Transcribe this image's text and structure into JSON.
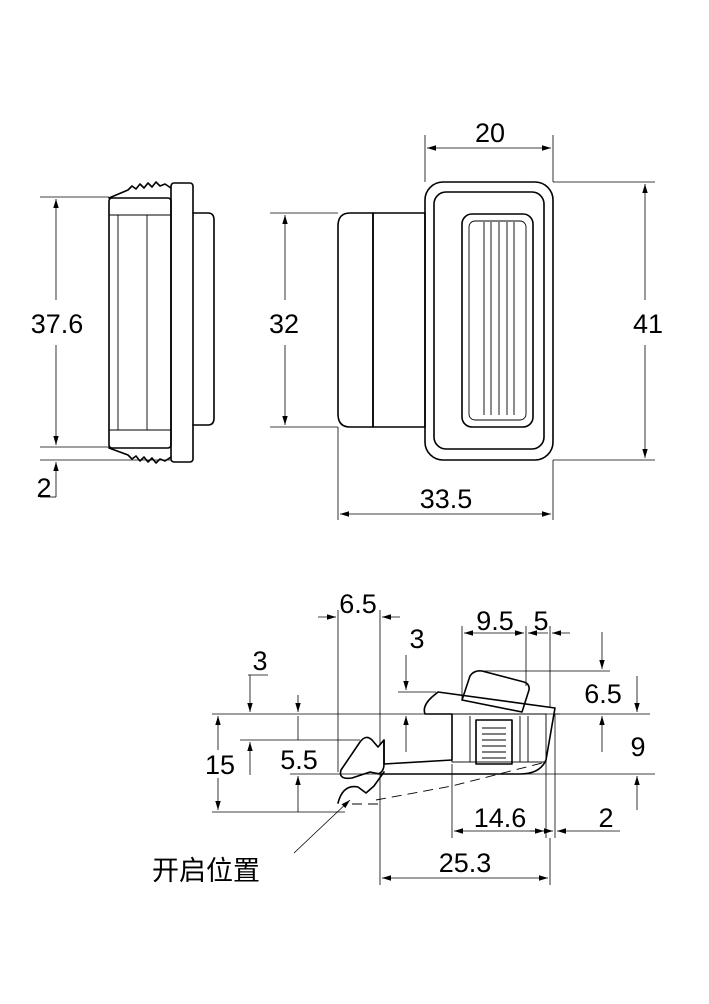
{
  "dimensions": {
    "side_height": "37.6",
    "side_step": "2",
    "front_inner_height": "32",
    "front_width": "20",
    "front_height": "41",
    "front_depth": "33.5",
    "sec_top_width": "6.5",
    "sec_depth_3a": "3",
    "sec_depth_3b": "3",
    "sec_9_5": "9.5",
    "sec_5": "5",
    "sec_6_5": "6.5",
    "sec_9": "9",
    "sec_15": "15",
    "sec_5_5": "5.5",
    "sec_14_6": "14.6",
    "sec_2": "2",
    "sec_25_3": "25.3"
  },
  "annotations": {
    "open_position": "开启位置"
  }
}
